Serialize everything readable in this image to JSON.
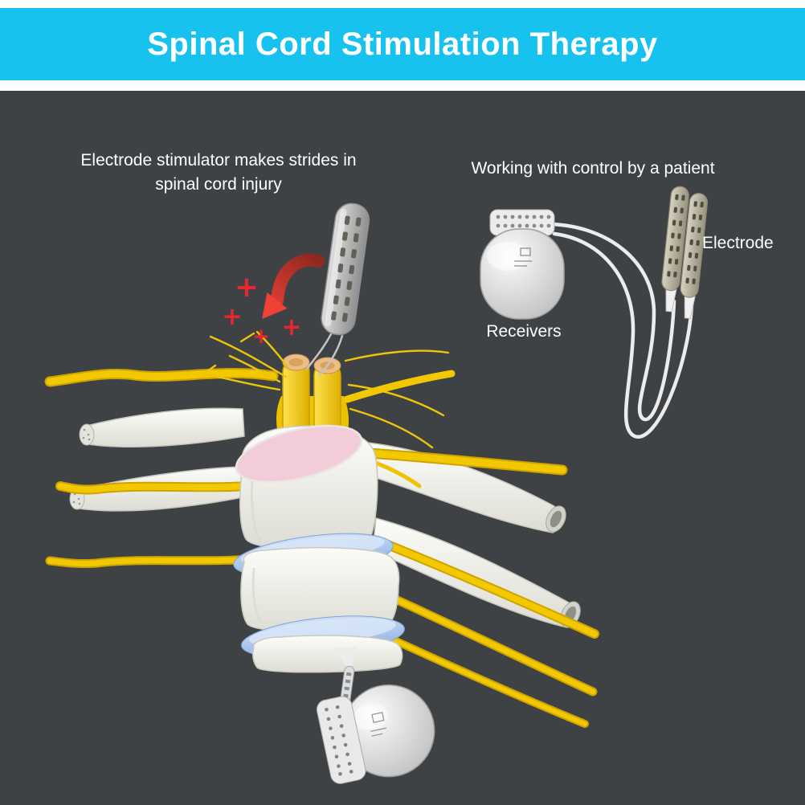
{
  "header": {
    "title": "Spinal Cord Stimulation Therapy"
  },
  "captions": {
    "left": {
      "line1": "Electrode stimulator makes strides in",
      "line2": "spinal cord injury"
    },
    "right": "Working with control by a patient"
  },
  "labels": {
    "electrode": "Electrode",
    "receivers": "Receivers"
  },
  "symbols": {
    "plus": "+"
  },
  "colors": {
    "header_bg": "#18c2ef",
    "canvas_bg": "#3f4245",
    "title_text": "#ffffff",
    "caption_text": "#ffffff",
    "nerve_yellow": "#f2c900",
    "cord_top_tan": "#ecbe85",
    "disc_blue": "#a9c6ec",
    "endplate_pink": "#f2ccd8",
    "arrow_red": "#ef4136",
    "plus_red": "#e8262d",
    "bone_white": "#f3f3ef",
    "device_silver": "#cfcfcf"
  }
}
